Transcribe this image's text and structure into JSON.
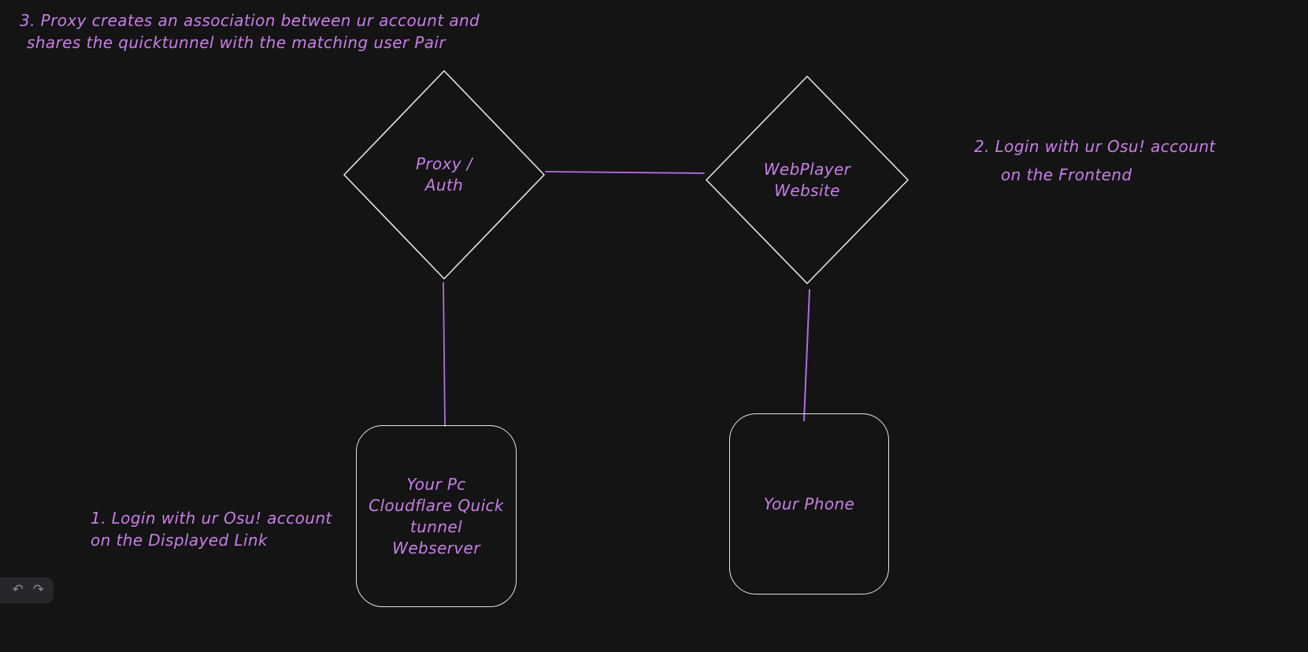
{
  "canvas": {
    "background": "#141414",
    "shape_stroke_color": "#e4e4e9",
    "accent_color": "#c97ee8",
    "connector_color": "#b46be0"
  },
  "annotations": {
    "step3": {
      "line1": "3. Proxy creates an association between ur account and",
      "line2": "shares the quicktunnel with the matching user Pair"
    },
    "step2": {
      "line1": "2. Login with ur Osu! account",
      "line2": "on the Frontend"
    },
    "step1": {
      "line1": "1. Login with ur Osu! account",
      "line2": "on the Displayed Link"
    }
  },
  "nodes": {
    "proxy_auth": {
      "lines": [
        "Proxy /",
        "Auth"
      ]
    },
    "webplayer": {
      "lines": [
        "WebPlayer",
        "Website"
      ]
    },
    "your_pc": {
      "lines": [
        "Your Pc",
        "Cloudflare Quick",
        "tunnel",
        "Webserver"
      ]
    },
    "your_phone": {
      "lines": [
        "Your Phone"
      ]
    }
  },
  "toolbar": {
    "undo_icon": "↶",
    "redo_icon": "↷"
  }
}
